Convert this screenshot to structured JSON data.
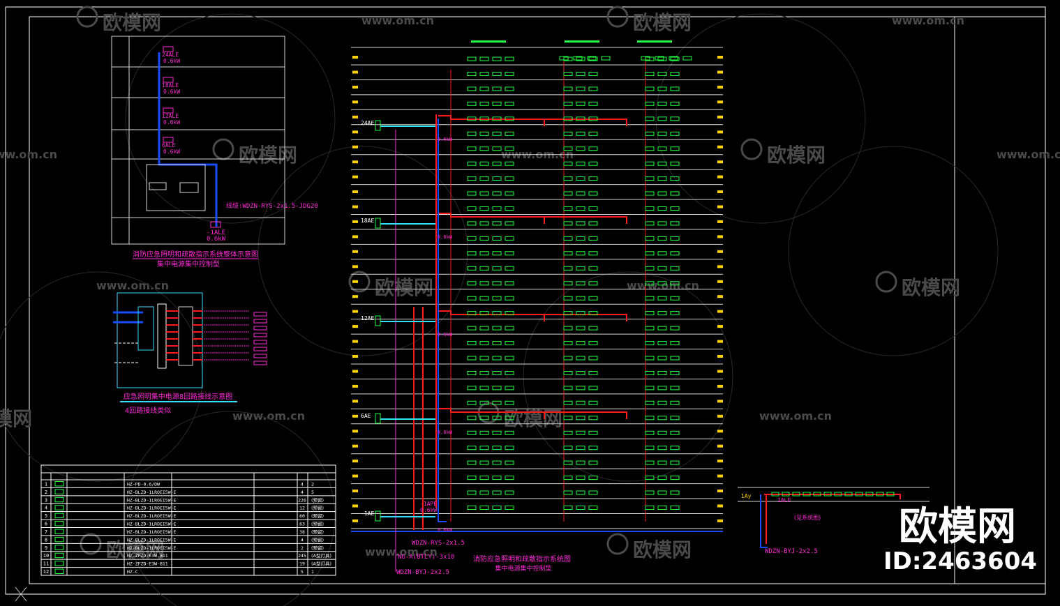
{
  "colors": {
    "background": "#000000",
    "frame": "#ffffff",
    "feeder_red": "#ff1a1a",
    "bus_blue": "#1a4dff",
    "cable_cyan": "#33e0ff",
    "label_magenta": "#ff2bd6",
    "fixture_green": "#22ff44",
    "floor_yellow": "#ffd200",
    "grid_white": "#d8d8d8",
    "watermark": "#4a4a4a"
  },
  "diagram_a": {
    "units": [
      {
        "code": "24ALE",
        "power": "0.6kW"
      },
      {
        "code": "18ALE",
        "power": "0.6kW"
      },
      {
        "code": "12ALE",
        "power": "0.6kW"
      },
      {
        "code": "6ALE",
        "power": "0.6kW"
      }
    ],
    "bottom_unit": {
      "code": "-1ALE",
      "power": "0.6kW"
    },
    "cable_note": "线缆:WDZN-RYS-2x1.5-JDG20",
    "title": "消防应急照明和疏散指示系统整体示意图",
    "subtitle": "集中电源集中控制型"
  },
  "diagram_b": {
    "title": "应急照明集中电源8回路接线示意图",
    "subtitle": "4回路接线类似"
  },
  "riser": {
    "riser_labels": [
      {
        "code": "24AE"
      },
      {
        "code": "18AE"
      },
      {
        "code": "12AE"
      },
      {
        "code": "6AE"
      },
      {
        "code": "-1AE"
      }
    ],
    "unit_power": "0.6kW",
    "cable_1": "WDZN-RYS-2x1.5",
    "cable_2": "NG-A(BTLY)-3x10",
    "cable_3": "WDZN-BYJ-2x2.5",
    "title": "消防应急照明和疏散指示系统图",
    "subtitle": "集中电源集中控制型",
    "tag_1aps": "-1APE",
    "tag_power": "0.6kW"
  },
  "right_detail": {
    "floor": "1Ay",
    "tag": "1ALE",
    "note": "(见系统图)",
    "cable": "WDZN-BYJ-2x2.5"
  },
  "legend_table": {
    "rows": [
      {
        "no": "1",
        "model": "HZ-PD-0.6/DW",
        "qty": "4",
        "qty2": "2"
      },
      {
        "no": "2",
        "model": "HZ-BLZD-1LROEI5W-E",
        "qty": "4",
        "qty2": "5"
      },
      {
        "no": "3",
        "model": "HZ-BLZD-1LROEI5W-E",
        "qty": "226",
        "qty2": "(预留)"
      },
      {
        "no": "4",
        "model": "HZ-BLZD-1LROEI5W-E",
        "qty": "12",
        "qty2": "(预留)"
      },
      {
        "no": "5",
        "model": "HZ-BLZD-1LROEI5W-E",
        "qty": "60",
        "qty2": "(预留)"
      },
      {
        "no": "6",
        "model": "HZ-BLZD-1LROEI5W-E",
        "qty": "63",
        "qty2": "(预留)"
      },
      {
        "no": "7",
        "model": "HZ-BLZD-1LROEI5W-E",
        "qty": "38",
        "qty2": "(预留)"
      },
      {
        "no": "8",
        "model": "HZ-BLZD-1LROEI5W-E",
        "qty": "4",
        "qty2": "(预留)"
      },
      {
        "no": "9",
        "model": "HZ-BLZD-1LROEI5W-E",
        "qty": "2",
        "qty2": "(预留)"
      },
      {
        "no": "10",
        "model": "HZ-ZFZD-E3W-B11",
        "qty": "245",
        "qty2": "(A型灯具)"
      },
      {
        "no": "11",
        "model": "HZ-ZFZD-E3W-B11",
        "qty": "19",
        "qty2": "(A型灯具)"
      },
      {
        "no": "12",
        "model": "HZ-C",
        "qty": "5",
        "qty2": "1"
      }
    ]
  },
  "watermark": {
    "brand": "欧模网",
    "site": "www.om.cn",
    "id_label": "ID:2463604"
  }
}
